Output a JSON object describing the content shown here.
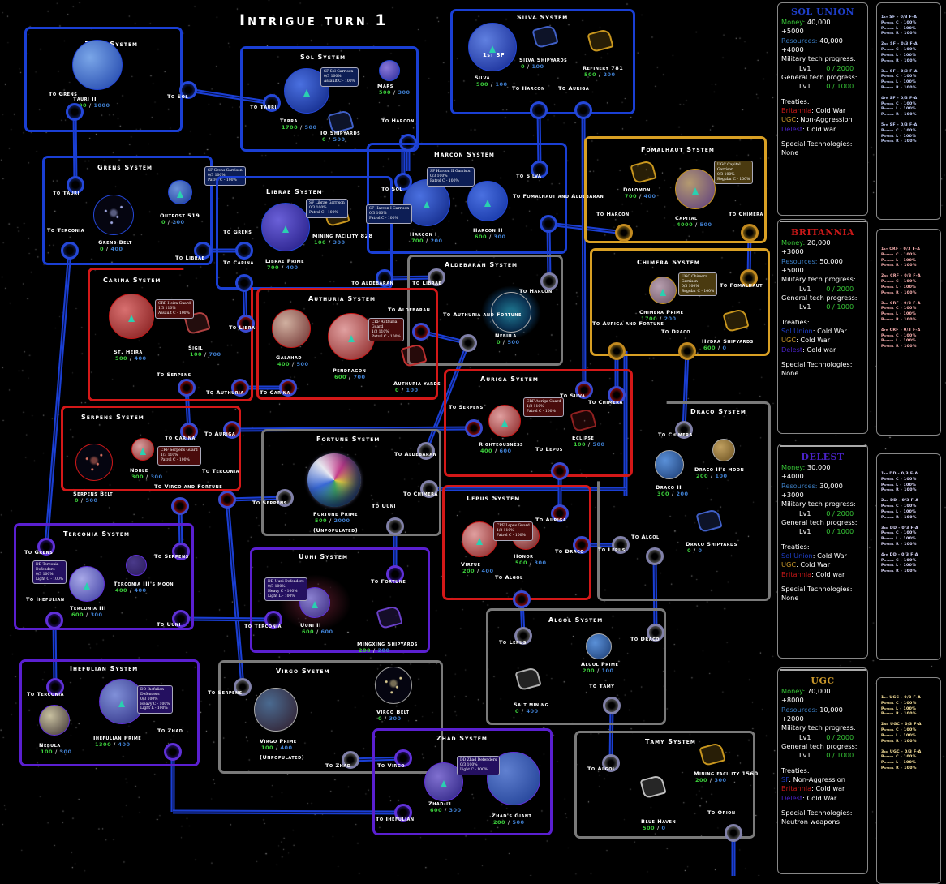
{
  "title": "Intrigue turn 1",
  "colors": {
    "sol_union": "#1a3fd4",
    "britannia": "#d41818",
    "ugc": "#d9a024",
    "delest": "#5a1fd0",
    "neutral": "#7a7a7a",
    "money_label": "#36c436",
    "resources_label": "#3a7bbf"
  },
  "systems": {
    "tauri": {
      "name": "Tauri System",
      "faction": "sol_union",
      "planets": [
        {
          "name": "Tauri II",
          "v1": "300",
          "v2": "1000"
        }
      ],
      "links": [
        "To Grens",
        "To Sol"
      ]
    },
    "sol": {
      "name": "Sol System",
      "faction": "sol_union",
      "planets": [
        {
          "name": "Terra",
          "v1": "1700",
          "v2": "500"
        },
        {
          "name": "Mars",
          "v1": "500",
          "v2": "300"
        },
        {
          "name": "IO Shipyards",
          "v1": "0",
          "v2": "500"
        }
      ],
      "garrison": "SF Sol Garrison\n0/3 100%\nAssault C - 100%",
      "links": [
        "To Tauri",
        "To Harcon"
      ]
    },
    "silva": {
      "name": "Silva System",
      "faction": "sol_union",
      "planets": [
        {
          "name": "Silva",
          "v1": "500",
          "v2": "100"
        },
        {
          "name": "Silva Shipyards",
          "v1": "0",
          "v2": "100"
        },
        {
          "name": "Refinery 781",
          "v1": "500",
          "v2": "200"
        }
      ],
      "fleet_marker": "1st SF",
      "links": [
        "To Harcon",
        "To Auriga"
      ]
    },
    "grens": {
      "name": "Grens System",
      "faction": "sol_union",
      "planets": [
        {
          "name": "Grens Belt",
          "v1": "0",
          "v2": "400"
        },
        {
          "name": "Outpost 519",
          "v1": "0",
          "v2": "200"
        }
      ],
      "garrison": "SF Grens Garrison\n0/3 100%\nPatrol C - 100%",
      "links": [
        "To Tauri",
        "To Terconia",
        "To Librae"
      ]
    },
    "librae": {
      "name": "Librae System",
      "faction": "sol_union",
      "planets": [
        {
          "name": "Librae Prime",
          "v1": "700",
          "v2": "400"
        },
        {
          "name": "Mining facility 828",
          "v1": "100",
          "v2": "300"
        }
      ],
      "garrison": "SF Librae Garrison\n0/3 100%\nPatrol C - 100%",
      "links": [
        "To Grens",
        "To Carina",
        "To Aldebaran"
      ]
    },
    "harcon": {
      "name": "Harcon System",
      "faction": "sol_union",
      "planets": [
        {
          "name": "Harcon I",
          "v1": "700",
          "v2": "200"
        },
        {
          "name": "Harcon II",
          "v1": "600",
          "v2": "300"
        }
      ],
      "garrison": "SF Harcon I Garrison\n0/3 100%\nPatrol C - 100%",
      "garrison2": "SF Harcon II Garrison\n0/3 100%\nPatrol C - 100%",
      "links": [
        "To Sol",
        "To Silva",
        "To Fomalhaut and Aldebaran"
      ]
    },
    "fomalhaut": {
      "name": "Fomalhaut System",
      "faction": "ugc",
      "planets": [
        {
          "name": "Dolomon",
          "v1": "700",
          "v2": "400"
        },
        {
          "name": "Capital",
          "v1": "4000",
          "v2": "500"
        }
      ],
      "garrison": "UGC Capital\nGarrison\n0/3 100%\nRegular C - 100%",
      "links": [
        "To Harcon",
        "To Chimera"
      ]
    },
    "chimera": {
      "name": "Chimera System",
      "faction": "ugc",
      "planets": [
        {
          "name": "Chimera Prime",
          "v1": "1700",
          "v2": "200"
        },
        {
          "name": "Hydra Shipyards",
          "v1": "600",
          "v2": "0"
        }
      ],
      "garrison": "UGC Chimera\nGarrison\n0/3 100%\nRegular C - 100%",
      "links": [
        "To Fomalhaut",
        "To Auriga and Fortune",
        "To Draco"
      ]
    },
    "aldebaran": {
      "name": "Aldebaran System",
      "faction": "neutral",
      "planets": [
        {
          "name": "Nebula",
          "v1": "0",
          "v2": "500"
        }
      ],
      "links": [
        "To Librae",
        "To Harcon",
        "To Authuria and Fortune"
      ]
    },
    "carina": {
      "name": "Carina System",
      "faction": "britannia",
      "planets": [
        {
          "name": "St. Heira",
          "v1": "500",
          "v2": "400"
        },
        {
          "name": "Sigil",
          "v1": "100",
          "v2": "700"
        }
      ],
      "garrison": "CRF Heira Guard\n1/3 110%\nAssault C - 100%",
      "links": [
        "To Librae",
        "To Serpens",
        "To Authuria"
      ]
    },
    "authuria": {
      "name": "Authuria System",
      "faction": "britannia",
      "planets": [
        {
          "name": "Galahad",
          "v1": "400",
          "v2": "500"
        },
        {
          "name": "Pendragon",
          "v1": "600",
          "v2": "700"
        },
        {
          "name": "Authuria yards",
          "v1": "0",
          "v2": "100"
        }
      ],
      "garrison": "CRF Authuria\nGuard\n1/3 110%\nPatrol C - 100%",
      "links": [
        "To Aldebaran",
        "To Carina"
      ]
    },
    "auriga": {
      "name": "Auriga System",
      "faction": "britannia",
      "planets": [
        {
          "name": "Righteousness",
          "v1": "400",
          "v2": "600"
        },
        {
          "name": "Eclipse",
          "v1": "100",
          "v2": "500"
        }
      ],
      "garrison": "CRF Auriga Guard\n1/3 110%\nPatrol C - 100%",
      "links": [
        "To Serpens",
        "To Silva",
        "To Chimera",
        "To Lepus"
      ]
    },
    "serpens": {
      "name": "Serpens System",
      "faction": "britannia",
      "planets": [
        {
          "name": "Serpens Belt",
          "v1": "0",
          "v2": "500"
        },
        {
          "name": "Noble",
          "v1": "300",
          "v2": "300"
        }
      ],
      "garrison": "CRF Serpens Guard\n1/3 110%\nPatrol C - 100%",
      "links": [
        "To Carina",
        "To Auriga",
        "To Virgo and Fortune",
        "To Terconia"
      ]
    },
    "fortune": {
      "name": "Fortune System",
      "faction": "neutral",
      "planets": [
        {
          "name": "Fortune Prime",
          "v1": "500",
          "v2": "2000",
          "note": "(Unpopulated)"
        }
      ],
      "links": [
        "To Aldebaran",
        "To Chimera",
        "To Serpens",
        "To Uuni"
      ]
    },
    "lepus": {
      "name": "Lepus System",
      "faction": "britannia",
      "planets": [
        {
          "name": "Virtue",
          "v1": "200",
          "v2": "400"
        },
        {
          "name": "Honor",
          "v1": "500",
          "v2": "300"
        }
      ],
      "garrison": "CRF Lepus Guard\n1/3 110%\nPatrol C - 100%",
      "links": [
        "To Auriga",
        "To Draco",
        "To Algol"
      ]
    },
    "draco": {
      "name": "Draco System",
      "faction": "neutral",
      "planets": [
        {
          "name": "Draco II",
          "v1": "300",
          "v2": "200"
        },
        {
          "name": "Draco II's moon",
          "v1": "200",
          "v2": "100"
        },
        {
          "name": "Draco Shipyards",
          "v1": "0",
          "v2": "0"
        }
      ],
      "links": [
        "To Chimera",
        "To Lepus",
        "To Algol"
      ]
    },
    "terconia": {
      "name": "Terconia System",
      "faction": "delest",
      "planets": [
        {
          "name": "Terconia III",
          "v1": "600",
          "v2": "300"
        },
        {
          "name": "Terconia III's moon",
          "v1": "400",
          "v2": "400"
        }
      ],
      "garrison": "DD Terconia\nDefenders\n0/3 100%\nLight C - 100%",
      "links": [
        "To Grens",
        "To Serpens",
        "To Ihefulian",
        "To Uuni"
      ]
    },
    "uuni": {
      "name": "Uuni System",
      "faction": "delest",
      "planets": [
        {
          "name": "Uuni II",
          "v1": "600",
          "v2": "600"
        },
        {
          "name": "Mingxing Shipyards",
          "v1": "200",
          "v2": "200"
        }
      ],
      "garrison": "DD Uuni Defenders\n0/3 100%\nHeavy C - 100%\nLight L - 100%",
      "links": [
        "To Fortune",
        "To Terconia"
      ]
    },
    "algol": {
      "name": "Algol System",
      "faction": "neutral",
      "planets": [
        {
          "name": "Algol Prime",
          "v1": "200",
          "v2": "100"
        },
        {
          "name": "Salt mining",
          "v1": "0",
          "v2": "400"
        }
      ],
      "links": [
        "To Lepus",
        "To Draco",
        "To Tamy"
      ]
    },
    "ihefulian": {
      "name": "Ihefulian System",
      "faction": "delest",
      "planets": [
        {
          "name": "Nebula",
          "v1": "100",
          "v2": "300"
        },
        {
          "name": "Ihefulian Prime",
          "v1": "1300",
          "v2": "400"
        }
      ],
      "garrison": "DD Ihefulian\nDefenders\n0/3 100%\nHeavy C - 100%\nLight L - 100%",
      "links": [
        "To Terconia",
        "To Zhad"
      ]
    },
    "virgo": {
      "name": "Virgo System",
      "faction": "neutral",
      "planets": [
        {
          "name": "Virgo Prime",
          "v1": "100",
          "v2": "400",
          "note": "(Unpopulated)"
        },
        {
          "name": "Virgo Belt",
          "v1": "0",
          "v2": "300"
        }
      ],
      "links": [
        "To Serpens",
        "To Zhad"
      ]
    },
    "zhad": {
      "name": "Zhad System",
      "faction": "delest",
      "planets": [
        {
          "name": "Zhad-li",
          "v1": "600",
          "v2": "300"
        },
        {
          "name": "Zhad's Giant",
          "v1": "200",
          "v2": "500"
        }
      ],
      "garrison": "DD Zhad Defenders\n0/3 100%\nLight C - 100%",
      "links": [
        "To Virgo",
        "To Ihefulian"
      ]
    },
    "tamy": {
      "name": "Tamy System",
      "faction": "neutral",
      "planets": [
        {
          "name": "Blue Haven",
          "v1": "500",
          "v2": "0"
        },
        {
          "name": "Mining facility 1560",
          "v1": "200",
          "v2": "300"
        }
      ],
      "links": [
        "To Algol",
        "To Orion"
      ]
    }
  },
  "factions": [
    {
      "name": "SOL UNION",
      "color": "#1e3ec8",
      "money_label": "Money:",
      "money": "40,000",
      "money_inc": "+5000",
      "res_label": "Resources:",
      "resources": "40,000",
      "res_inc": "+4000",
      "mil_label": "Military tech progress:",
      "mil_lv": "Lv1",
      "mil_prog": "0 / 2000",
      "gen_label": "General tech progress:",
      "gen_lv": "Lv1",
      "gen_prog": "0 / 1000",
      "treaties_label": "Treaties:",
      "treaties": [
        {
          "with": "Britannia",
          "color": "#c81818",
          "status": ": Cold War"
        },
        {
          "with": "UGC",
          "color": "#c9972a",
          "status": ": Non-Aggression"
        },
        {
          "with": "Delest",
          "color": "#4a22c8",
          "status": ": Cold war"
        }
      ],
      "special_label": "Special Technologies:",
      "special": "None",
      "fleet_color": "#c8d4ff",
      "fleets": [
        {
          "name": "1st SF - 0/3 F-A",
          "lines": [
            "Patrol C - 100%",
            "Patrol L - 100%",
            "Patrol R - 100%"
          ]
        },
        {
          "name": "2nd SF - 0/3 F-A",
          "lines": [
            "Patrol C - 100%",
            "Patrol L - 100%",
            "Patrol R - 100%"
          ]
        },
        {
          "name": "3rd SF - 0/3 F-A",
          "lines": [
            "Patrol C - 100%",
            "Patrol L - 100%",
            "Patrol R - 100%"
          ]
        },
        {
          "name": "4th SF - 0/3 F-A",
          "lines": [
            "Patrol C - 100%",
            "Patrol L - 100%",
            "Patrol R - 100%"
          ]
        },
        {
          "name": "5th SF - 0/3 F-A",
          "lines": [
            "Patrol C - 100%",
            "Patrol L - 100%",
            "Patrol R - 100%"
          ]
        }
      ]
    },
    {
      "name": "BRITANNIA",
      "color": "#c81818",
      "money_label": "Money:",
      "money": "20,000",
      "money_inc": "+3000",
      "res_label": "Resources:",
      "resources": "50,000",
      "res_inc": "+5000",
      "mil_label": "Military tech progress:",
      "mil_lv": "Lv1",
      "mil_prog": "0 / 2000",
      "gen_label": "General tech progress:",
      "gen_lv": "Lv1",
      "gen_prog": "0 / 1000",
      "treaties_label": "Treaties:",
      "treaties": [
        {
          "with": "Sol Union",
          "color": "#1e3ec8",
          "status": ": Cold War"
        },
        {
          "with": "UGC",
          "color": "#c9972a",
          "status": ": Cold War"
        },
        {
          "with": "Delest",
          "color": "#4a22c8",
          "status": ": Cold war"
        }
      ],
      "special_label": "Special Technologies:",
      "special": "None",
      "fleet_color": "#ffb4b4",
      "fleets": [
        {
          "name": "1st CRF - 0/3 F-A",
          "lines": [
            "Patrol C - 100%",
            "Patrol L - 100%",
            "Patrol R - 100%"
          ]
        },
        {
          "name": "2nd CRF - 0/3 F-A",
          "lines": [
            "Patrol C - 100%",
            "Patrol L - 100%",
            "Patrol R - 100%"
          ]
        },
        {
          "name": "3rd CRF - 0/3 F-A",
          "lines": [
            "Patrol C - 100%",
            "Patrol L - 100%",
            "Patrol R - 100%"
          ]
        },
        {
          "name": "4th CRF - 0/3 F-A",
          "lines": [
            "Patrol C - 100%",
            "Patrol L - 100%",
            "Patrol R - 100%"
          ]
        }
      ]
    },
    {
      "name": "DELEST",
      "color": "#4a22c8",
      "money_label": "Money:",
      "money": "30,000",
      "money_inc": "+4000",
      "res_label": "Resources:",
      "resources": "30,000",
      "res_inc": "+3000",
      "mil_label": "Military tech progress:",
      "mil_lv": "Lv1",
      "mil_prog": "0 / 2000",
      "gen_label": "General tech progress:",
      "gen_lv": "Lv1",
      "gen_prog": "0 / 1000",
      "treaties_label": "Treaties:",
      "treaties": [
        {
          "with": "Sol Union",
          "color": "#1e3ec8",
          "status": ": Cold War"
        },
        {
          "with": "UGC",
          "color": "#c9972a",
          "status": ": Cold War"
        },
        {
          "with": "Britannia",
          "color": "#c81818",
          "status": ": Cold war"
        }
      ],
      "special_label": "Special Technologies:",
      "special": "None",
      "fleet_color": "#e0dcff",
      "fleets": [
        {
          "name": "1st DD - 0/3 F-A",
          "lines": [
            "Patrol C - 100%",
            "Patrol L - 100%",
            "Patrol R - 100%"
          ]
        },
        {
          "name": "2nd DD - 0/3 F-A",
          "lines": [
            "Patrol C - 100%",
            "Patrol L - 100%",
            "Patrol R - 100%"
          ]
        },
        {
          "name": "3rd DD - 0/3 F-A",
          "lines": [
            "Patrol C - 100%",
            "Patrol L - 100%",
            "Patrol R - 100%"
          ]
        },
        {
          "name": "4th DD - 0/3 F-A",
          "lines": [
            "Patrol C - 100%",
            "Patrol L - 100%",
            "Patrol R - 100%"
          ]
        }
      ]
    },
    {
      "name": "UGC",
      "color": "#c9972a",
      "money_label": "Money:",
      "money": "70,000",
      "money_inc": "+8000",
      "res_label": "Resources:",
      "resources": "10,000",
      "res_inc": "+2000",
      "mil_label": "Military tech progress:",
      "mil_lv": "Lv1",
      "mil_prog": "0 / 2000",
      "gen_label": "General tech progress:",
      "gen_lv": "Lv1",
      "gen_prog": "0 / 1000",
      "treaties_label": "Treaties:",
      "treaties": [
        {
          "with": "SF",
          "color": "#1e3ec8",
          "status": ":  Non-Aggression"
        },
        {
          "with": "Britannia",
          "color": "#c81818",
          "status": ": Cold war"
        },
        {
          "with": "Delest",
          "color": "#4a22c8",
          "status": ": Cold War"
        }
      ],
      "special_label": "Special Technologies:",
      "special": "Neutron weapons",
      "fleet_color": "#ffe8a0",
      "fleets": [
        {
          "name": "1st UGC - 0/3 F-A",
          "lines": [
            "Patrol C - 100%",
            "Patrol L - 100%",
            "Patrol R - 100%"
          ]
        },
        {
          "name": "2nd UGC - 0/3 F-A",
          "lines": [
            "Patrol C - 100%",
            "Patrol L - 100%",
            "Patrol R - 100%"
          ]
        },
        {
          "name": "3rd UGC - 0/3 F-A",
          "lines": [
            "Patrol C - 100%",
            "Patrol L - 100%",
            "Patrol R - 100%"
          ]
        }
      ]
    }
  ]
}
